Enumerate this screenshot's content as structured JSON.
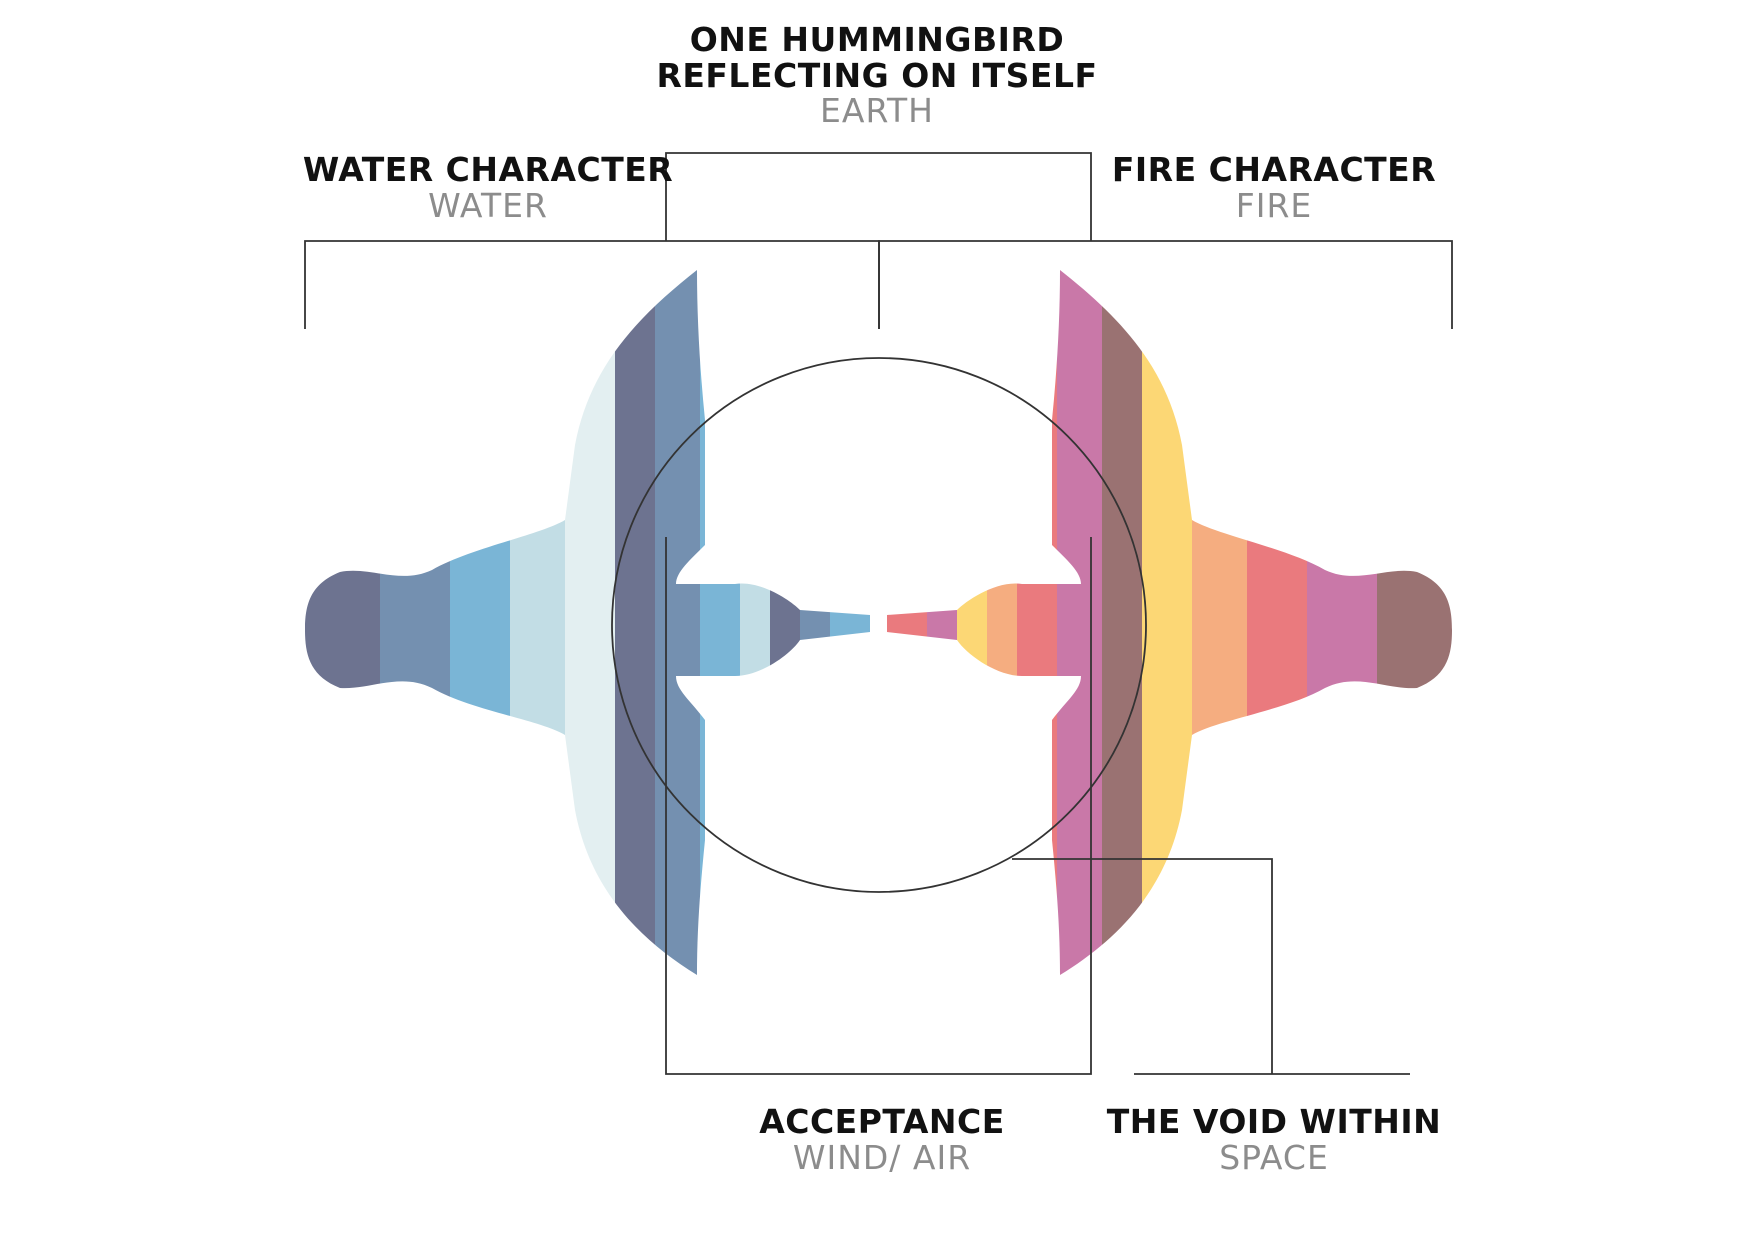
{
  "colors": {
    "text_title": "#111111",
    "text_sub": "#8c8c8c",
    "lines": "#333333",
    "water_palette": [
      "#6d7390",
      "#7490b0",
      "#7ab5d6",
      "#c2dde5",
      "#e3eff1"
    ],
    "fire_palette": [
      "#9a7272",
      "#c978a8",
      "#ea7a7e",
      "#f5ad80",
      "#fcd775"
    ]
  },
  "labels": {
    "top": {
      "line1": "ONE HUMMINGBIRD",
      "line2": "REFLECTING ON ITSELF",
      "sub": "EARTH"
    },
    "water": {
      "title": "WATER CHARACTER",
      "sub": "WATER"
    },
    "fire": {
      "title": "FIRE CHARACTER",
      "sub": "FIRE"
    },
    "acceptance": {
      "title": "ACCEPTANCE",
      "sub": "WIND/ AIR"
    },
    "void": {
      "title": "THE VOID WITHIN",
      "sub": "SPACE"
    }
  }
}
